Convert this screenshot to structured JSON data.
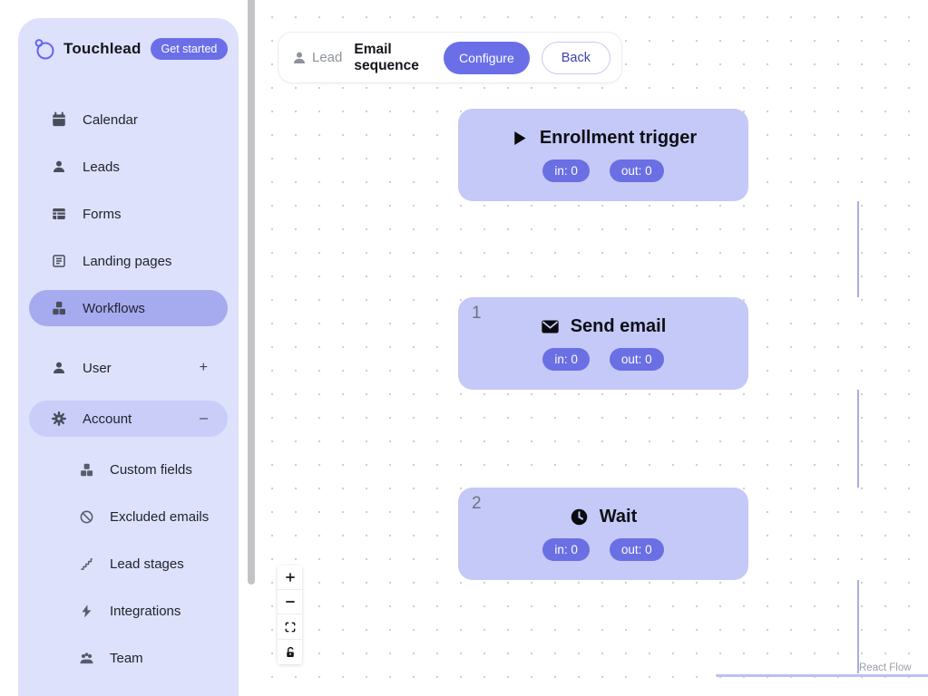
{
  "app": {
    "name": "Touchlead",
    "badge_label": "Get started",
    "logo_icon": "logo-icon"
  },
  "sidebar": {
    "items": [
      {
        "label": "Calendar",
        "icon": "calendar-icon",
        "selected": false
      },
      {
        "label": "Leads",
        "icon": "person-icon",
        "selected": false
      },
      {
        "label": "Forms",
        "icon": "table-icon",
        "selected": false
      },
      {
        "label": "Landing pages",
        "icon": "news-icon",
        "selected": false
      },
      {
        "label": "Workflows",
        "icon": "cubes-icon",
        "selected": true
      }
    ],
    "sections": [
      {
        "label": "User",
        "icon": "person-icon",
        "toggle": "+",
        "selected": false
      },
      {
        "label": "Account",
        "icon": "gear-icon",
        "toggle": "–",
        "selected": true
      }
    ],
    "subitems": [
      {
        "label": "Custom fields",
        "icon": "cubes-icon"
      },
      {
        "label": "Excluded emails",
        "icon": "ban-icon"
      },
      {
        "label": "Lead stages",
        "icon": "stairs-icon"
      },
      {
        "label": "Integrations",
        "icon": "bolt-icon"
      },
      {
        "label": "Team",
        "icon": "team-icon"
      }
    ]
  },
  "topbar": {
    "entity_icon": "person-icon",
    "entity_label": "Lead",
    "title": "Email sequence",
    "configure_label": "Configure",
    "back_label": "Back"
  },
  "canvas": {
    "nodes": [
      {
        "index": "",
        "icon": "play-icon",
        "title": "Enrollment trigger",
        "in_label": "in: 0",
        "out_label": "out: 0"
      },
      {
        "index": "1",
        "icon": "envelope-icon",
        "title": "Send email",
        "in_label": "in: 0",
        "out_label": "out: 0"
      },
      {
        "index": "2",
        "icon": "clock-icon",
        "title": "Wait",
        "in_label": "in: 0",
        "out_label": "out: 0"
      }
    ],
    "controls": [
      {
        "icon": "zoom-in-icon"
      },
      {
        "icon": "zoom-out-icon"
      },
      {
        "icon": "fit-view-icon"
      },
      {
        "icon": "unlock-icon"
      }
    ],
    "attribution": "React Flow"
  },
  "colors": {
    "accent": "#6a6fe8",
    "sidebar_bg": "#dee1fb",
    "selected_item_bg": "#a6abf0",
    "selected_section_bg": "#c9cdf8",
    "node_bg": "#c4c9f7",
    "edge": "#a9aee0"
  }
}
